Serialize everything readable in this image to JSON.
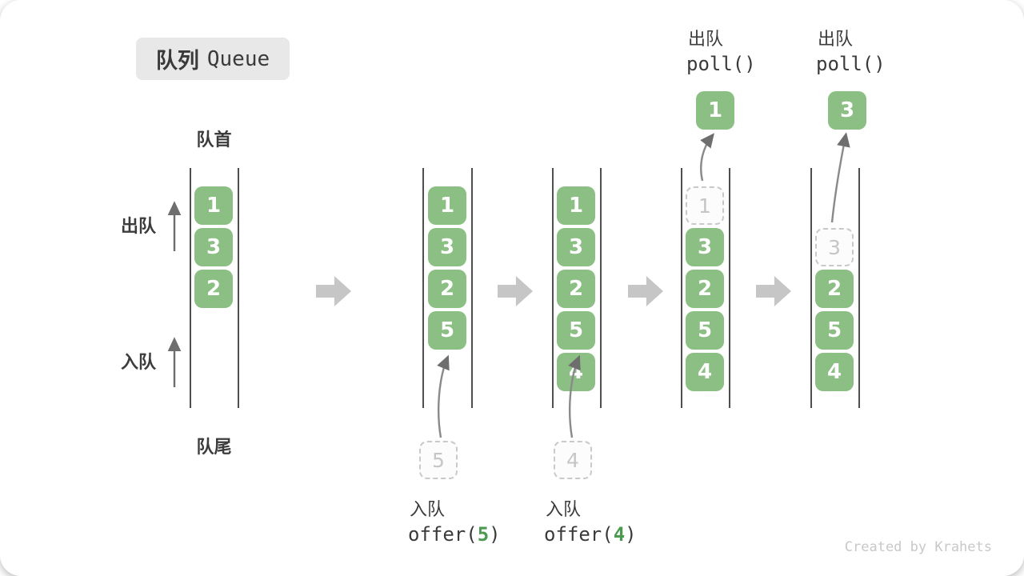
{
  "title": {
    "zh": "队列",
    "en": "Queue"
  },
  "side_labels": {
    "front": "队首",
    "rear": "队尾",
    "dequeue": "出队",
    "enqueue": "入队"
  },
  "colors": {
    "box_green": "#8CBF84",
    "accent_green": "#4C9A50",
    "block_arrow_gray": "#c6c6c6",
    "thin_arrow_gray": "#7d7d7d",
    "dashed_border_gray": "#c9c9c9",
    "line_dark": "#4f4f4f",
    "text_dark": "#3a3a3a",
    "title_box_bg": "#e8e8e8"
  },
  "icons": {
    "flow_arrow": "block-arrow-right",
    "direction_arrow": "thin-arrow-up",
    "move_arrow": "curved-thin-arrow"
  },
  "operations": {
    "enqueue5": {
      "label": "入队",
      "code_pre": "offer(",
      "arg": "5",
      "code_post": ")",
      "ghost_value": "5"
    },
    "enqueue4": {
      "label": "入队",
      "code_pre": "offer(",
      "arg": "4",
      "code_post": ")",
      "ghost_value": "4"
    },
    "poll1": {
      "label": "出队",
      "code": "poll()",
      "popped_value": "1"
    },
    "poll2": {
      "label": "出队",
      "code": "poll()",
      "popped_value": "3"
    }
  },
  "states": [
    {
      "name": "initial",
      "boxes": [
        "1",
        "3",
        "2"
      ]
    },
    {
      "name": "after-offer-5",
      "boxes": [
        "1",
        "3",
        "2",
        "5"
      ]
    },
    {
      "name": "after-offer-4",
      "boxes": [
        "1",
        "3",
        "2",
        "5",
        "4"
      ]
    },
    {
      "name": "after-poll-1",
      "ghost": "1",
      "boxes": [
        "3",
        "2",
        "5",
        "4"
      ]
    },
    {
      "name": "after-poll-3",
      "ghost": "3",
      "boxes": [
        "2",
        "5",
        "4"
      ]
    }
  ],
  "watermark": "Created by Krahets"
}
